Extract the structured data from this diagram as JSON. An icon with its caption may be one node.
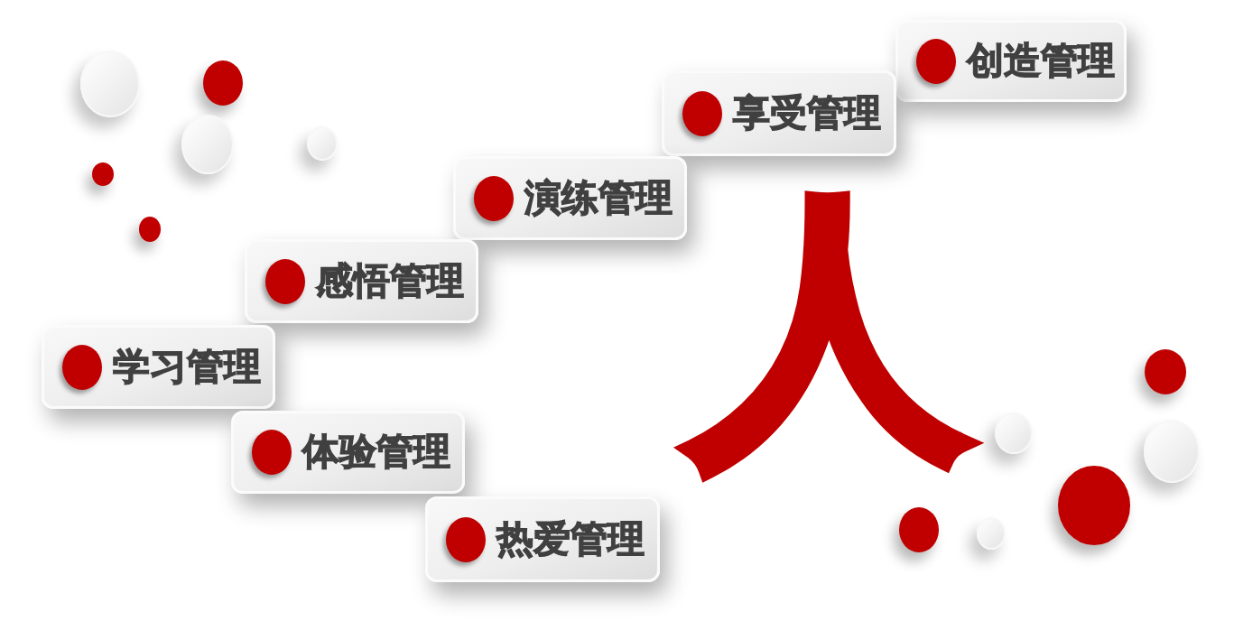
{
  "diagram": {
    "nodes": [
      {
        "text": [
          "创造管理"
        ]
      },
      {
        "text": [
          "享受管理"
        ]
      },
      {
        "text": [
          "演练管理"
        ]
      },
      {
        "text": [
          "感悟管理"
        ]
      },
      {
        "text": [
          "学习管理"
        ]
      },
      {
        "text": [
          "体验管理"
        ]
      },
      {
        "text": [
          "热爱管理"
        ]
      }
    ],
    "labels": [
      "人"
    ]
  }
}
